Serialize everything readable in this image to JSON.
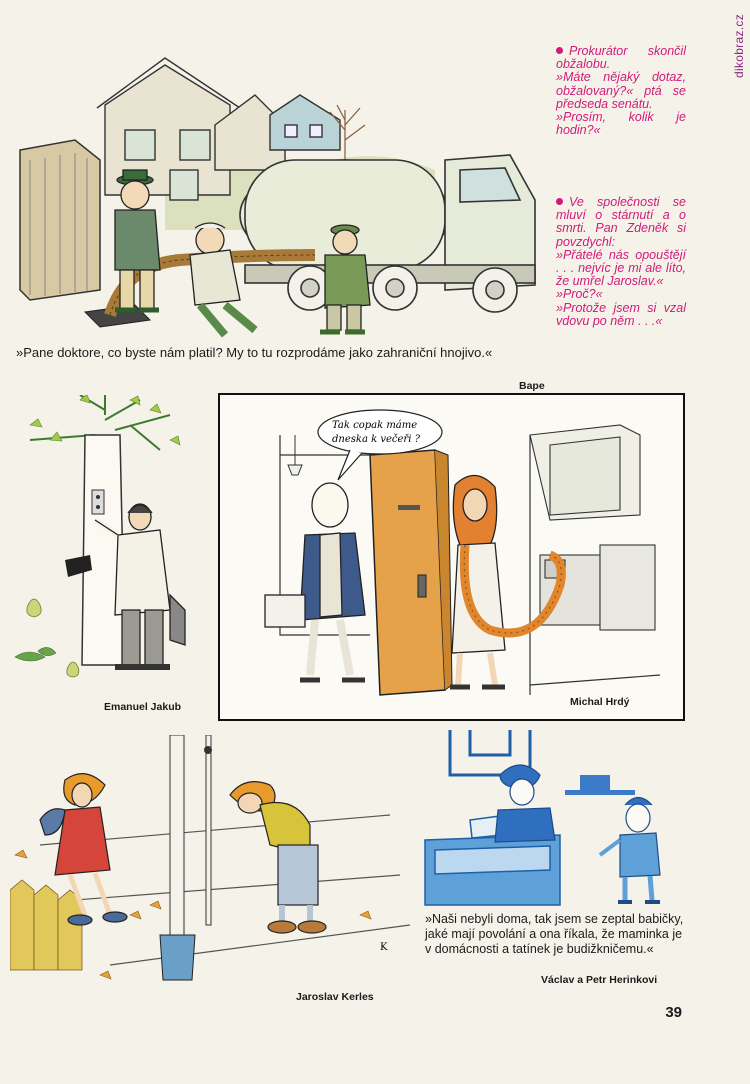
{
  "watermark": "dikobraz.cz",
  "page_number": "39",
  "top_cartoon": {
    "caption": "»Pane doktore, co byste nám platil? My to tu rozprodáme jako zahraniční hnojivo.«",
    "author": "Bape"
  },
  "jokes": [
    {
      "lines": [
        "Prokurátor skončil obžalobu.",
        "»Máte nějaký dotaz, obžalovaný?« ptá se předseda senátu.",
        "»Prosím, kolik je hodin?«"
      ]
    },
    {
      "lines": [
        "Ve společnosti se mluví o stárnutí a o smrti. Pan Zdeněk si povzdychl:",
        "»Přátelé nás opouštějí . . . nejvíc je mi ale líto, že umřel Jaroslav.«",
        "»Proč?«",
        "»Protože jsem si vzal vdovu po něm . . .«"
      ]
    }
  ],
  "cartoon_tree": {
    "author": "Emanuel Jakub"
  },
  "cartoon_door": {
    "author": "Michal Hrdý",
    "speech_line1": "Tak copak máme",
    "speech_line2": "dneska k večeři ?"
  },
  "cartoon_street": {
    "author": "Jaroslav Kerles",
    "signature": "K"
  },
  "cartoon_office": {
    "caption": "»Naši nebyli doma, tak jsem se zeptal babičky, jaké mají povolání a ona říkala, že maminka je v domácnosti a tatínek je budižkničemu.«",
    "author": "Václav a Petr Herinkovi"
  }
}
